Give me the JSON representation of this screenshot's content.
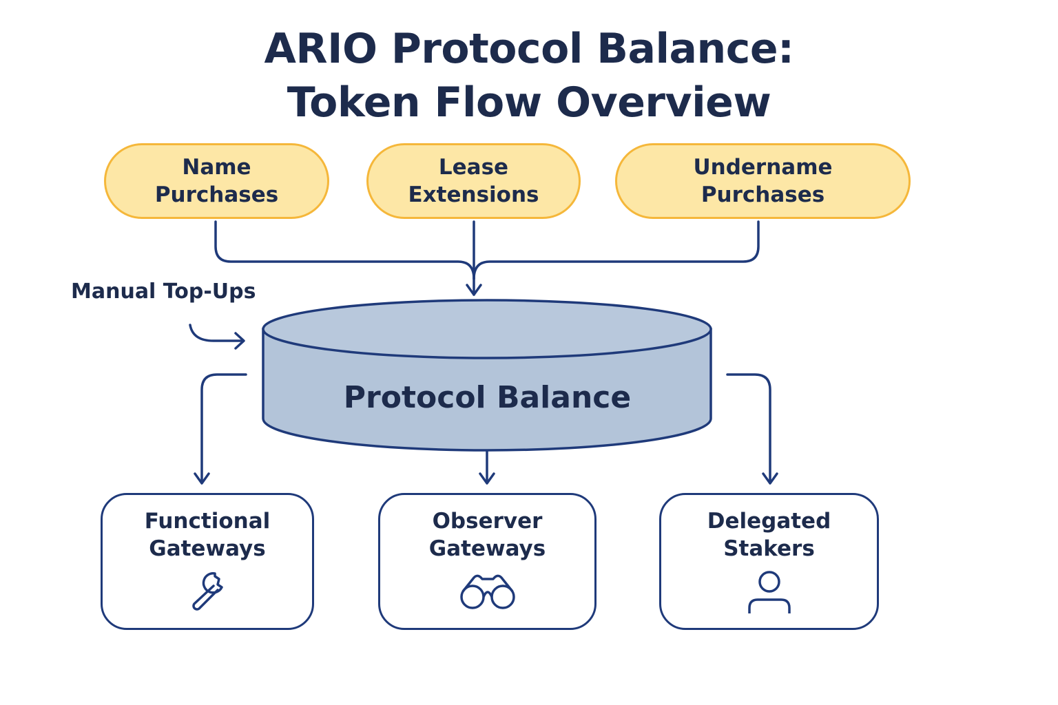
{
  "title": {
    "line1": "ARIO Protocol Balance:",
    "line2": "Token Flow Overview"
  },
  "inflows": [
    {
      "label": "Name\nPurchases"
    },
    {
      "label": "Lease\nExtensions"
    },
    {
      "label": "Undername\nPurchases"
    }
  ],
  "manual_topups": {
    "label": "Manual Top-Ups"
  },
  "balance": {
    "label": "Protocol Balance"
  },
  "outflows": [
    {
      "label": "Functional\nGateways",
      "icon": "wrench-icon"
    },
    {
      "label": "Observer\nGateways",
      "icon": "binoculars-icon"
    },
    {
      "label": "Delegated\nStakers",
      "icon": "person-icon"
    }
  ],
  "colors": {
    "navy": "#1f3a7a",
    "text": "#1d2b4c",
    "inflow_fill": "#fde7a6",
    "inflow_border": "#f5b73a",
    "cylinder_fill": "#b3c4d9"
  }
}
